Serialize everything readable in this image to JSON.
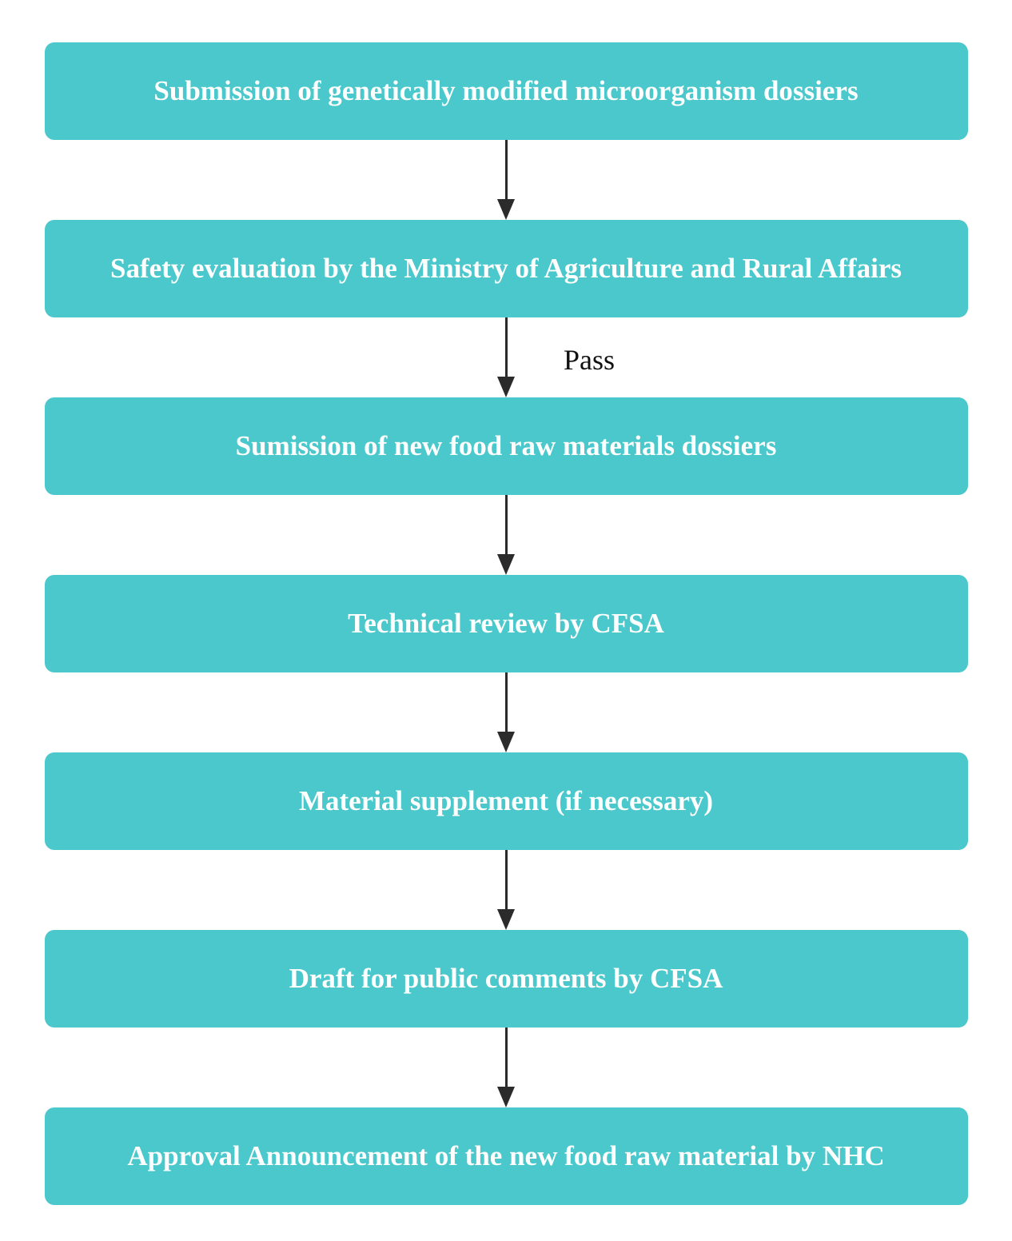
{
  "flowchart": {
    "steps": [
      {
        "label": "Submission of genetically modified microorganism dossiers"
      },
      {
        "label": "Safety evaluation by the Ministry of Agriculture and Rural Affairs"
      },
      {
        "label": "Sumission of new food raw materials dossiers"
      },
      {
        "label": "Technical review by CFSA"
      },
      {
        "label": "Material supplement (if necessary)"
      },
      {
        "label": "Draft for public comments by CFSA"
      },
      {
        "label": "Approval Announcement of the new food raw material by NHC"
      }
    ],
    "arrow_labels": {
      "pass": "Pass"
    },
    "colors": {
      "box_fill": "#4ac8cb",
      "box_text": "#ffffff",
      "arrow": "#2b2b2b",
      "label_text": "#111111",
      "background": "#ffffff"
    }
  }
}
